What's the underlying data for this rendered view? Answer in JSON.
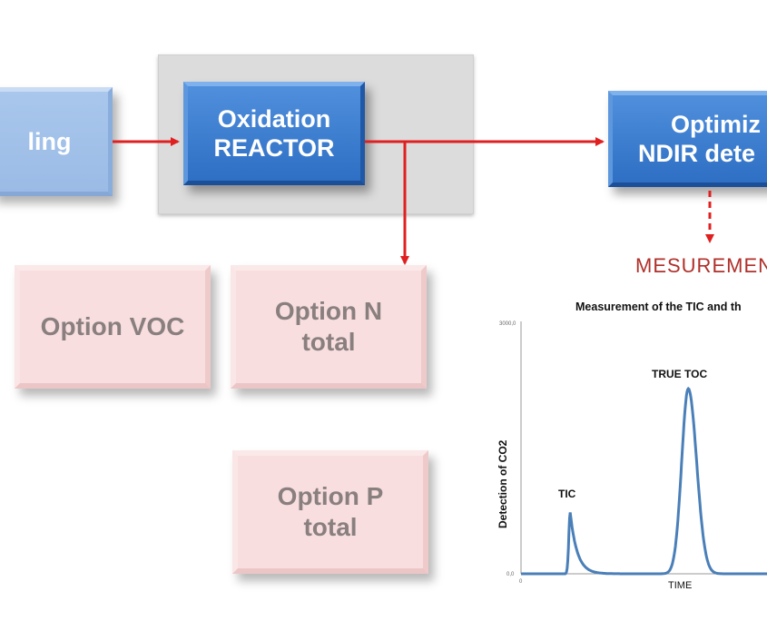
{
  "nodes": {
    "sampling": "ling",
    "oxidation_line1": "Oxidation",
    "oxidation_line2": "REACTOR",
    "ndir_line1": "Optimiz",
    "ndir_line2": "NDIR dete",
    "option_voc": "Option VOC",
    "option_n_line1": "Option N",
    "option_n_line2": "total",
    "option_p_line1": "Option P",
    "option_p_line2": "total",
    "measurement": "MESUREMEN"
  },
  "colors": {
    "arrow": "#e02020",
    "blue_box": "#3a7bd0",
    "light_blue_box": "#a3c2ea",
    "pink_box": "#f8dede",
    "curve": "#4a7fb8"
  },
  "chart_data": {
    "type": "line",
    "title": "Measurement of the TIC and th",
    "xlabel": "TIME",
    "ylabel": "Detection of CO2",
    "ylim": [
      0,
      3000
    ],
    "y_tick_labels": [
      "0,0",
      "3000,0"
    ],
    "x_tick_labels": [
      "0"
    ],
    "peaks": [
      {
        "label": "TIC",
        "x": 0.2,
        "y": 730
      },
      {
        "label": "TRUE TOC",
        "x": 0.68,
        "y": 2200
      }
    ]
  }
}
